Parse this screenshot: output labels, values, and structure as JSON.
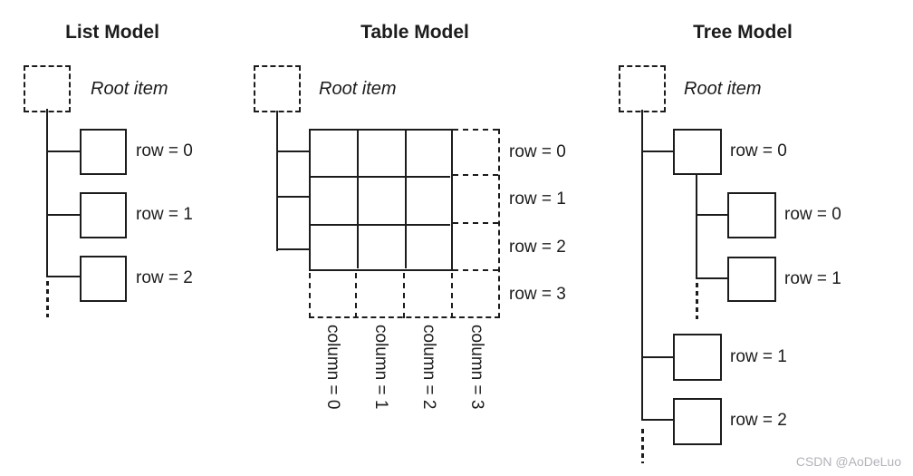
{
  "list_model": {
    "title": "List Model",
    "root_label": "Root item",
    "row_labels": [
      "row = 0",
      "row = 1",
      "row = 2"
    ]
  },
  "table_model": {
    "title": "Table Model",
    "root_label": "Root item",
    "row_labels": [
      "row = 0",
      "row = 1",
      "row = 2",
      "row = 3"
    ],
    "column_labels": [
      "column = 0",
      "column = 1",
      "column = 2",
      "column = 3"
    ]
  },
  "tree_model": {
    "title": "Tree Model",
    "root_label": "Root item",
    "row_labels": [
      "row = 0",
      "row = 1",
      "row = 2"
    ],
    "child_row_labels": [
      "row = 0",
      "row = 1"
    ]
  },
  "watermark": "CSDN @AoDeLuo",
  "colors": {
    "line": "#1c1c1c",
    "background": "#ffffff",
    "watermark": "#b2b2ba"
  }
}
